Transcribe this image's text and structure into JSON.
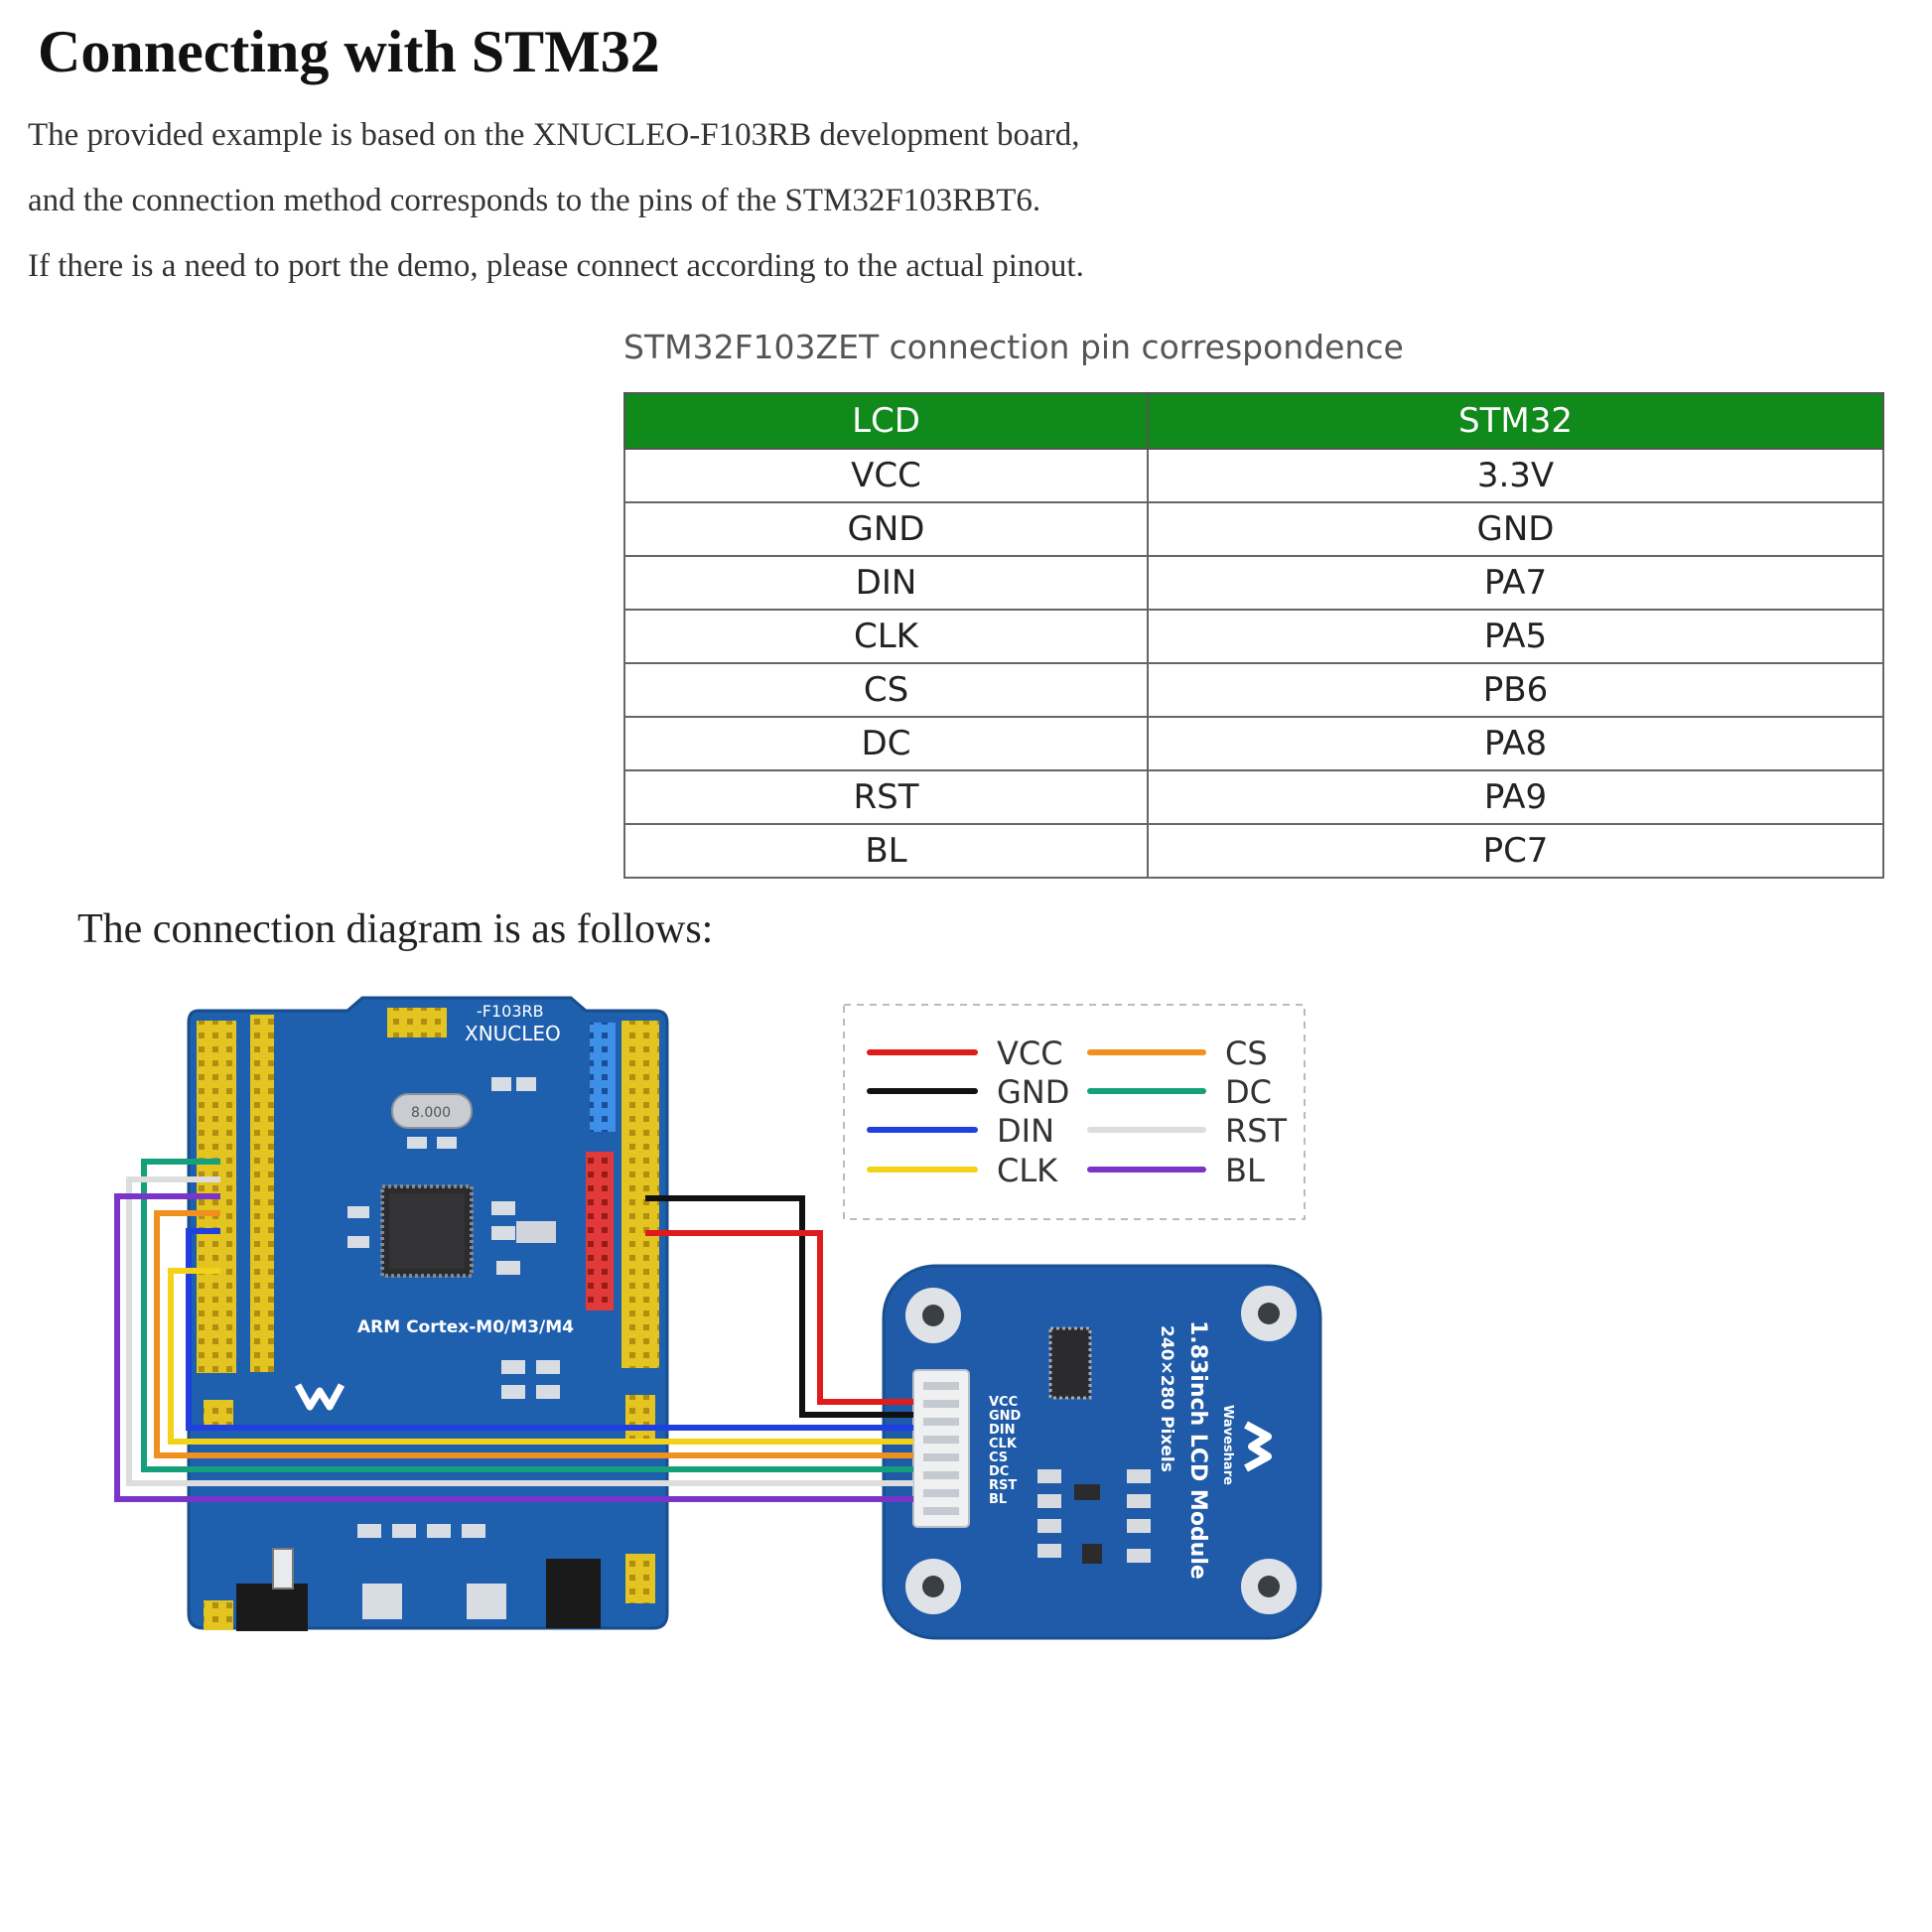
{
  "heading": "Connecting with STM32",
  "intro": [
    "The provided example is based on the XNUCLEO-F103RB development board,",
    "and the connection method corresponds to the pins of the STM32F103RBT6.",
    "If there is a need to port the demo, please connect according to the actual pinout."
  ],
  "table": {
    "caption": "STM32F103ZET connection pin correspondence",
    "headers": [
      "LCD",
      "STM32"
    ],
    "rows": [
      [
        "VCC",
        "3.3V"
      ],
      [
        "GND",
        "GND"
      ],
      [
        "DIN",
        "PA7"
      ],
      [
        "CLK",
        "PA5"
      ],
      [
        "CS",
        "PB6"
      ],
      [
        "DC",
        "PA8"
      ],
      [
        "RST",
        "PA9"
      ],
      [
        "BL",
        "PC7"
      ]
    ],
    "header_color": "#108a1a"
  },
  "diagram": {
    "caption": "The connection diagram is as follows:",
    "legend": [
      {
        "label": "VCC",
        "color": "#e01b1b"
      },
      {
        "label": "GND",
        "color": "#111111"
      },
      {
        "label": "DIN",
        "color": "#1f3fe0"
      },
      {
        "label": "CLK",
        "color": "#f4d21a"
      },
      {
        "label": "CS",
        "color": "#f0901e"
      },
      {
        "label": "DC",
        "color": "#14a07a"
      },
      {
        "label": "RST",
        "color": "#dddddd"
      },
      {
        "label": "BL",
        "color": "#7a35c8"
      }
    ],
    "board_labels": {
      "brand": "XNUCLEO",
      "model": "-F103RB",
      "core": "ARM Cortex-M0/M3/M4",
      "crystal": "8.000"
    },
    "lcd_labels": {
      "title": "1.83inch LCD Module",
      "pixels": "240×280 Pixels",
      "brand": "Waveshare",
      "pins": [
        "VCC",
        "GND",
        "DIN",
        "CLK",
        "CS",
        "DC",
        "RST",
        "BL"
      ]
    }
  }
}
